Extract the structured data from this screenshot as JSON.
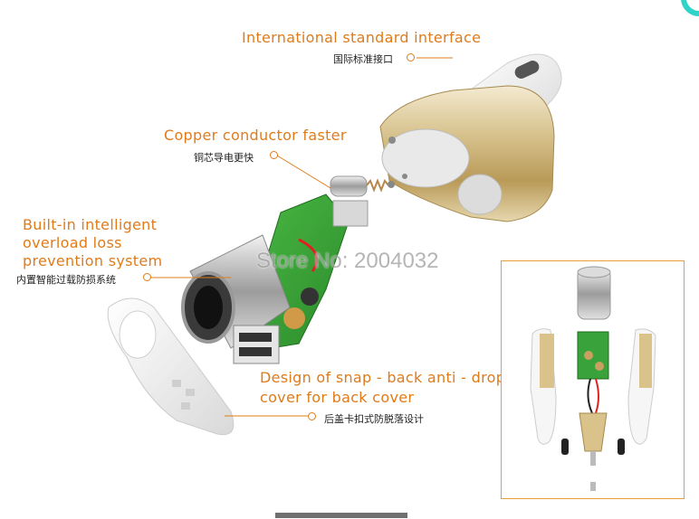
{
  "labels": {
    "international": {
      "en": "International standard interface",
      "cn": "国际标准接口"
    },
    "copper": {
      "en": "Copper conductor faster",
      "cn": "铜芯导电更快"
    },
    "overload": {
      "en_line1": "Built-in intelligent",
      "en_line2": "overload loss",
      "en_line3": "prevention system",
      "cn": "内置智能过载防损系统"
    },
    "snap": {
      "en_line1": "Design of snap - back anti - drop",
      "en_line2": "cover for back cover",
      "cn": "后盖卡扣式防脱落设计"
    }
  },
  "watermark": "Store No: 2004032",
  "colors": {
    "accent": "#e07b1a",
    "gold": "#c9b27a",
    "pcb_green": "#3aa23a",
    "inset_border": "#e8a03a"
  }
}
